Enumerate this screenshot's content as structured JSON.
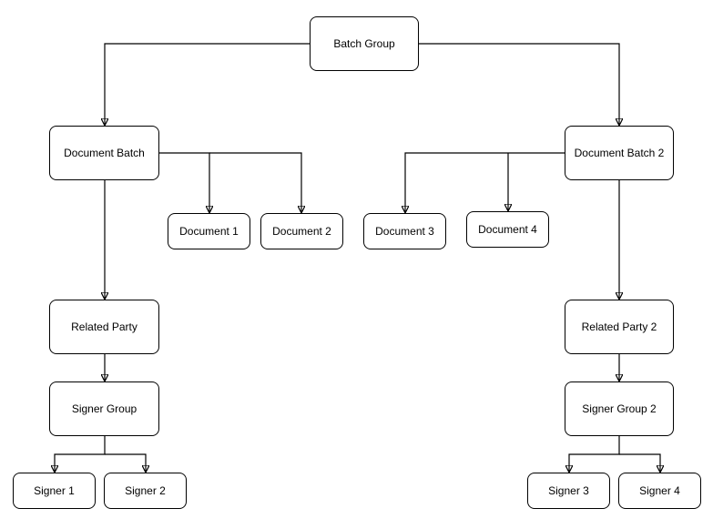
{
  "diagram": {
    "nodes": {
      "batch_group": "Batch Group",
      "document_batch": "Document Batch",
      "document_batch_2": "Document Batch 2",
      "document_1": "Document 1",
      "document_2": "Document 2",
      "document_3": "Document 3",
      "document_4": "Document 4",
      "related_party": "Related Party",
      "related_party_2": "Related Party 2",
      "signer_group": "Signer Group",
      "signer_group_2": "Signer Group 2",
      "signer_1": "Signer 1",
      "signer_2": "Signer 2",
      "signer_3": "Signer 3",
      "signer_4": "Signer 4"
    },
    "edges": [
      [
        "batch_group",
        "document_batch"
      ],
      [
        "batch_group",
        "document_batch_2"
      ],
      [
        "document_batch",
        "document_1"
      ],
      [
        "document_batch",
        "document_2"
      ],
      [
        "document_batch",
        "related_party"
      ],
      [
        "document_batch_2",
        "document_3"
      ],
      [
        "document_batch_2",
        "document_4"
      ],
      [
        "document_batch_2",
        "related_party_2"
      ],
      [
        "related_party",
        "signer_group"
      ],
      [
        "related_party_2",
        "signer_group_2"
      ],
      [
        "signer_group",
        "signer_1"
      ],
      [
        "signer_group",
        "signer_2"
      ],
      [
        "signer_group_2",
        "signer_3"
      ],
      [
        "signer_group_2",
        "signer_4"
      ]
    ],
    "line_color": "#000000",
    "node_border_color": "#000000",
    "node_fill_color": "#ffffff"
  }
}
